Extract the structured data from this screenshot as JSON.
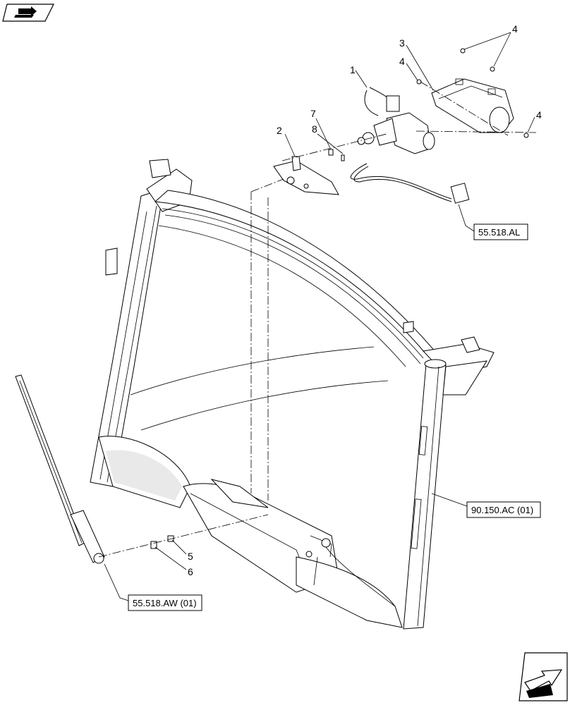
{
  "callouts": {
    "c1": "1",
    "c2": "2",
    "c3": "3",
    "c4a": "4",
    "c4b": "4",
    "c4c": "4",
    "c5": "5",
    "c6": "6",
    "c7": "7",
    "c8": "8"
  },
  "references": {
    "wiring": "55.518.AL",
    "wiper_arm": "55.518.AW (01)",
    "cab_frame": "90.150.AC (01)"
  },
  "icons": {
    "top_left": "book-arrow-icon",
    "bottom_right": "navigation-arrow-icon"
  }
}
